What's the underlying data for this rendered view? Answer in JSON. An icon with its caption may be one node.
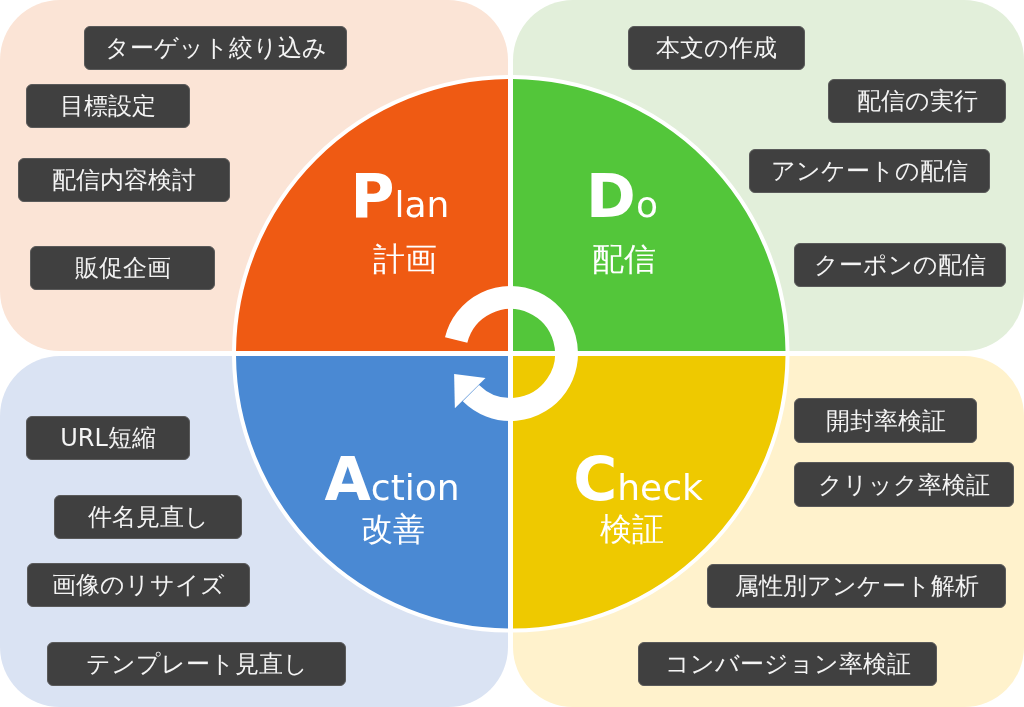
{
  "diagram": {
    "nodes": [
      {
        "text": [],
        "shape": "box"
      },
      {
        "text": [
          "ターゲット絞り込み"
        ],
        "in": 0
      },
      {
        "text": [
          "目標設定"
        ],
        "in": 0
      },
      {
        "text": [
          "配信内容検討"
        ],
        "in": 0
      },
      {
        "text": [
          "販促企画"
        ],
        "in": 0
      },
      {
        "text": [],
        "shape": "box"
      },
      {
        "text": [
          "本文の作成"
        ],
        "in": 5
      },
      {
        "text": [
          "配信の実行"
        ],
        "in": 5
      },
      {
        "text": [
          "アンケートの配信"
        ],
        "in": 5
      },
      {
        "text": [
          "クーポンの配信"
        ],
        "in": 5
      },
      {
        "text": [
          "Plan",
          "計画"
        ],
        "in": 0
      },
      {
        "text": [
          "Do",
          "配信"
        ],
        "in": 5
      },
      {
        "text": [
          "Action",
          "改善"
        ],
        "in": 14
      },
      {
        "text": [
          "Check",
          "検証"
        ],
        "in": 19
      },
      {
        "text": [],
        "shape": "box"
      },
      {
        "text": [
          "URL短縮"
        ],
        "in": 14
      },
      {
        "text": [
          "件名見直し"
        ],
        "in": 14
      },
      {
        "text": [
          "画像のリサイズ"
        ],
        "in": 14
      },
      {
        "text": [
          "テンプレート見直し"
        ],
        "in": 14
      },
      {
        "text": [],
        "shape": "box"
      },
      {
        "text": [
          "開封率検証"
        ],
        "in": 19
      },
      {
        "text": [
          "クリック率検証"
        ],
        "in": 19
      },
      {
        "text": [
          "属性別アンケート解析"
        ],
        "in": 19
      },
      {
        "text": [
          "コンバージョン率検証"
        ],
        "in": 19
      }
    ]
  }
}
